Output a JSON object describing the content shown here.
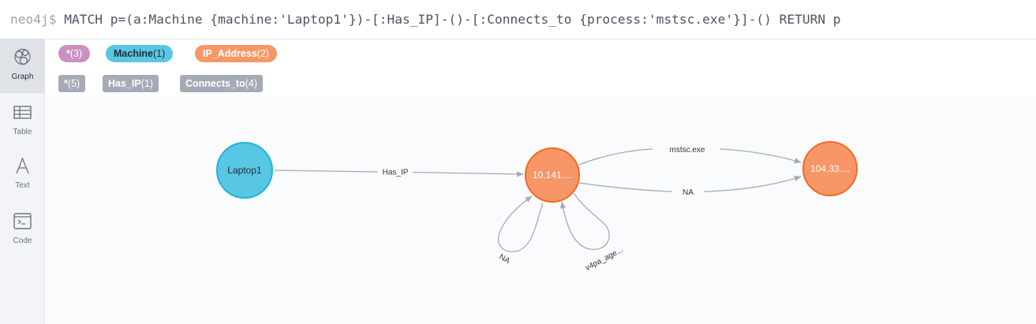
{
  "query": {
    "prompt": "neo4j$",
    "text": "MATCH p=(a:Machine {machine:'Laptop1'})-[:Has_IP]-()-[:Connects_to {process:'mstsc.exe'}]-() RETURN p"
  },
  "sidebar": {
    "items": [
      {
        "label": "Graph",
        "icon": "graph-icon",
        "active": true
      },
      {
        "label": "Table",
        "icon": "table-icon",
        "active": false
      },
      {
        "label": "Text",
        "icon": "text-icon",
        "active": false
      },
      {
        "label": "Code",
        "icon": "code-icon",
        "active": false
      }
    ]
  },
  "legend": {
    "node_labels": [
      {
        "name": "*",
        "count": "(3)",
        "color": "#c990c0"
      },
      {
        "name": "Machine",
        "count": "(1)",
        "color": "#57c7e3"
      },
      {
        "name": "IP_Address",
        "count": "(2)",
        "color": "#f79767"
      }
    ],
    "relationship_types": [
      {
        "name": "*",
        "count": "(5)",
        "color": "#a5abb6"
      },
      {
        "name": "Has_IP",
        "count": "(1)",
        "color": "#a5abb6"
      },
      {
        "name": "Connects_to",
        "count": "(4)",
        "color": "#a5abb6"
      }
    ]
  },
  "graph": {
    "nodes": [
      {
        "id": "laptop",
        "caption": "Laptop1",
        "label": "Machine",
        "color": "#57c7e3",
        "border": "#23b3d7",
        "text_color": "#2a2c34"
      },
      {
        "id": "ip1",
        "caption": "10.141....",
        "label": "IP_Address",
        "color": "#f79767",
        "border": "#f36924",
        "text_color": "#ffffff"
      },
      {
        "id": "ip2",
        "caption": "104.33....",
        "label": "IP_Address",
        "color": "#f79767",
        "border": "#f36924",
        "text_color": "#ffffff"
      }
    ],
    "edges": [
      {
        "id": "e-hasip",
        "caption": "Has_IP"
      },
      {
        "id": "e-mstsc",
        "caption": "mstsc.exe"
      },
      {
        "id": "e-na",
        "caption": "NA"
      },
      {
        "id": "e-loop-na",
        "caption": "NA"
      },
      {
        "id": "e-loop-v4pa",
        "caption": "v4pa_age..."
      }
    ]
  }
}
